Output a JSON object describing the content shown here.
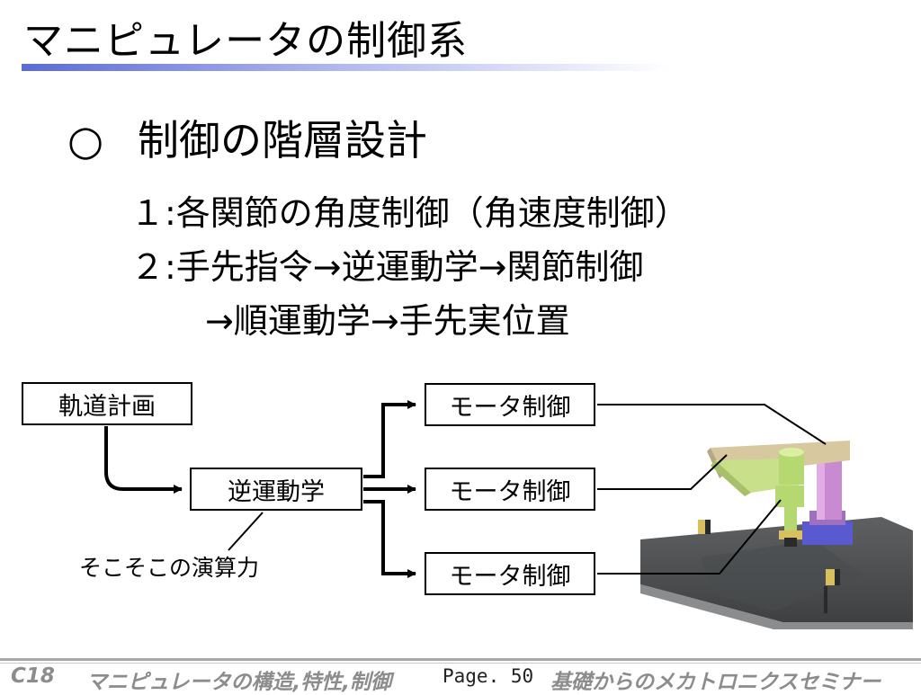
{
  "slide": {
    "title": "マニピュレータの制御系",
    "heading_bullet": "○",
    "heading": "制御の階層設計",
    "items": [
      "１:各関節の角度制御（角速度制御）",
      "２:手先指令→逆運動学→関節制御",
      "→順運動学→手先実位置"
    ]
  },
  "diagram": {
    "trajectory_planning": "軌道計画",
    "inverse_kinematics": "逆運動学",
    "motor_control": [
      "モータ制御",
      "モータ制御",
      "モータ制御"
    ],
    "annotation": "そこそこの演算力"
  },
  "footer": {
    "code": "C18",
    "course": "マニピュレータの構造,特性,制御",
    "page": "Page. 50",
    "series": "基礎からのメカトロニクスセミナー"
  },
  "colors": {
    "title_bar": "#5a6bd8",
    "robot_link1": "#d8c8a0",
    "robot_link2": "#c8e08a",
    "robot_column": "#c88ad0",
    "robot_base": "#5a5ad0",
    "table": "#5a5c5e",
    "footer_text": "#8c8c8c"
  }
}
